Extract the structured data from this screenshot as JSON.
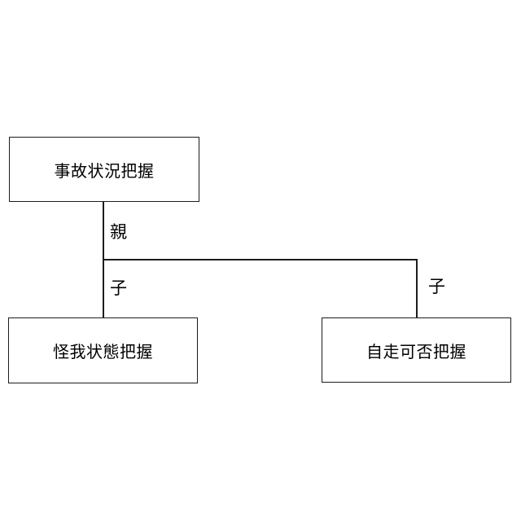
{
  "diagram": {
    "type": "tree",
    "nodes": {
      "root": {
        "label": "事故状況把握"
      },
      "child_left": {
        "label": "怪我状態把握"
      },
      "child_right": {
        "label": "自走可否把握"
      }
    },
    "edge_labels": {
      "parent": "親",
      "child_left": "子",
      "child_right": "子"
    },
    "colors": {
      "line": "#1c1c1c",
      "text": "#000000",
      "node_fill": "#ffffff",
      "background": "#ffffff"
    }
  }
}
